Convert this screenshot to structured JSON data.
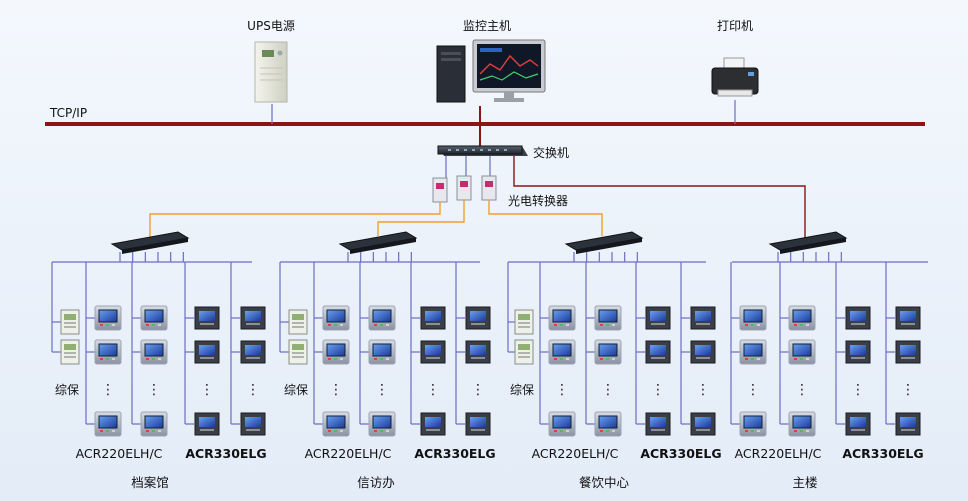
{
  "top": {
    "ups_label": "UPS电源",
    "host_label": "监控主机",
    "printer_label": "打印机"
  },
  "network": {
    "bus_label": "TCP/IP",
    "switch_label": "交换机",
    "converter_label": "光电转换器"
  },
  "sites": [
    {
      "name": "档案馆",
      "relay_label": "综保",
      "model_a": "ACR220ELH/C",
      "model_b": "ACR330ELG"
    },
    {
      "name": "信访办",
      "relay_label": "综保",
      "model_a": "ACR220ELH/C",
      "model_b": "ACR330ELG"
    },
    {
      "name": "餐饮中心",
      "relay_label": "综保",
      "model_a": "ACR220ELH/C",
      "model_b": "ACR330ELG"
    },
    {
      "name": "主楼",
      "relay_label": "",
      "model_a": "ACR220ELH/C",
      "model_b": "ACR330ELG"
    }
  ],
  "ellipsis": "⋮",
  "colors": {
    "bus": "#8b1414",
    "fiber": "#f0a030",
    "branch": "#6a6ec0",
    "device_frame": "#9ca4b4",
    "screen": "#2a5cc8"
  }
}
